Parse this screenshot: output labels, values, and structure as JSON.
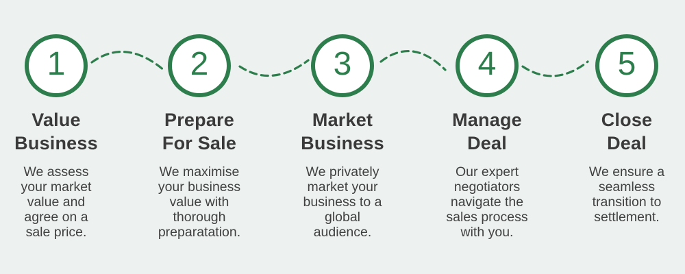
{
  "theme": {
    "background": "#edf2f0",
    "accent_green": "#2e7d4c",
    "circle_fill": "#ffffff",
    "text_dark": "#3a3a3a"
  },
  "diagram": {
    "type": "process-steps",
    "step_count": 5,
    "connector_style": "dashed-wave"
  },
  "steps": [
    {
      "number": "1",
      "title": "Value\nBusiness",
      "description": "We assess your market value and agree on a sale price."
    },
    {
      "number": "2",
      "title": "Prepare\nFor Sale",
      "description": "We maximise your business value with thorough preparatation."
    },
    {
      "number": "3",
      "title": "Market\nBusiness",
      "description": "We privately market your business to a global audience."
    },
    {
      "number": "4",
      "title": "Manage\nDeal",
      "description": "Our expert negotiators navigate the sales process with you."
    },
    {
      "number": "5",
      "title": "Close\nDeal",
      "description": "We ensure a seamless transition to settlement."
    }
  ]
}
